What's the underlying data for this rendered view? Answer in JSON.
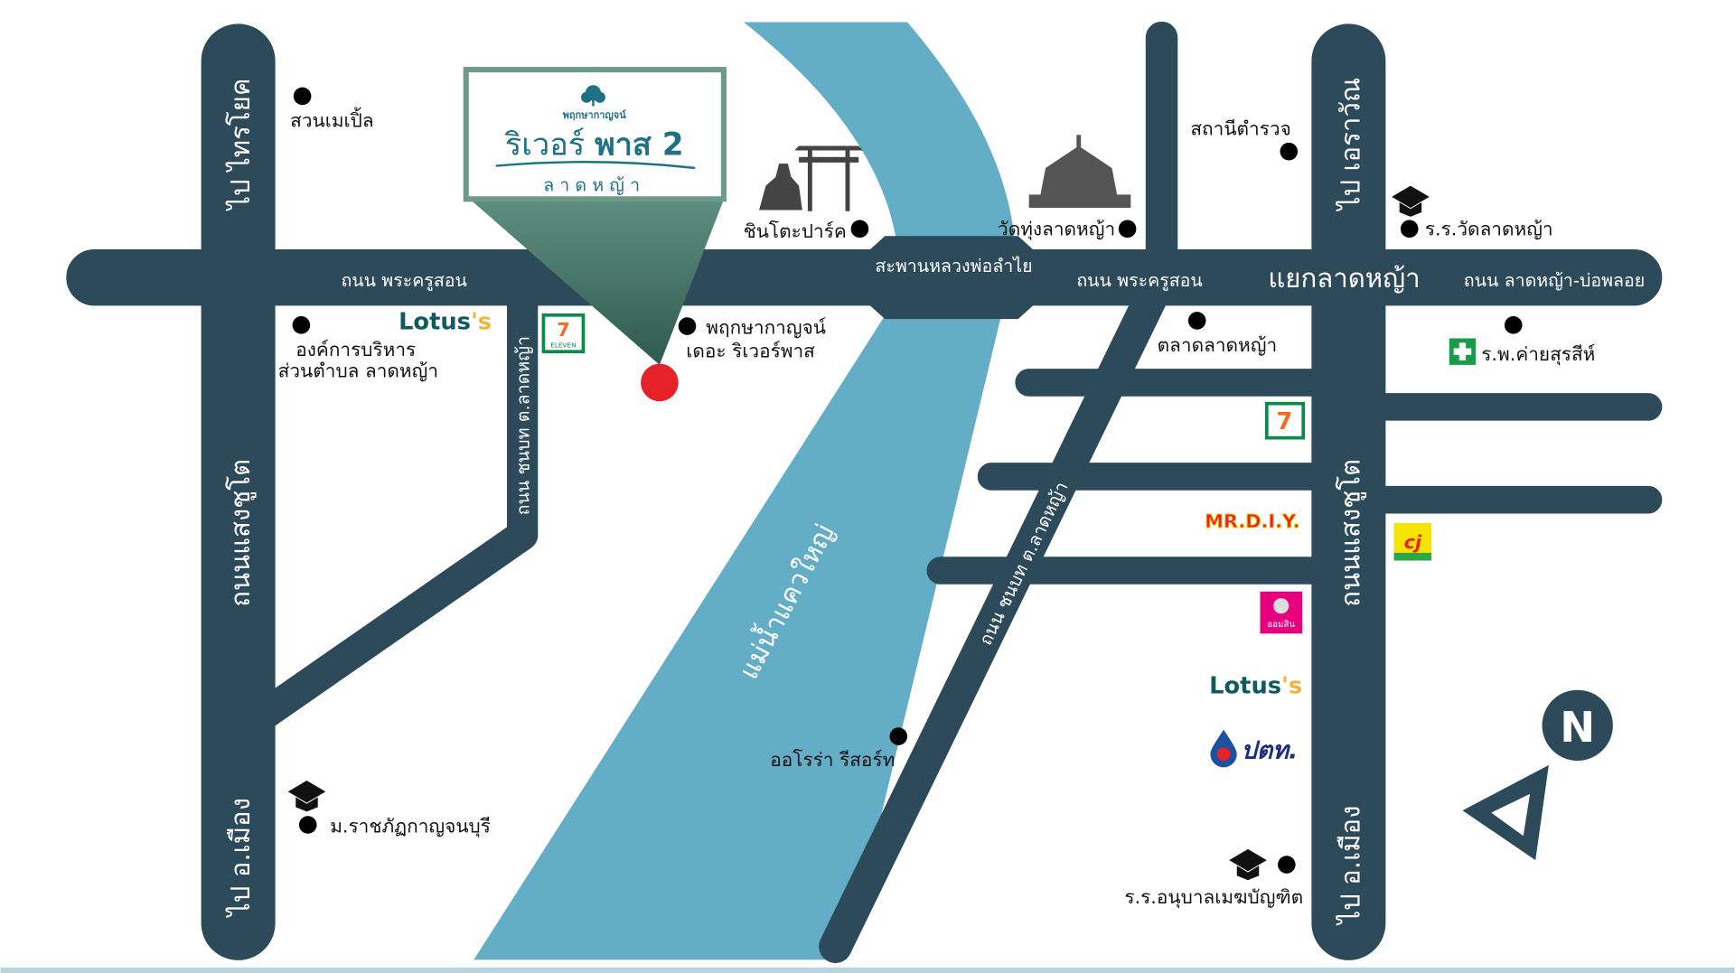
{
  "colors": {
    "road": "#2d4a5a",
    "river": "#64adc7",
    "pin": "#e52228",
    "pointer": "#3f6b5e",
    "brand_teal": "#1f7185",
    "lotus_teal": "#0e5a5f",
    "lotus_yellow": "#f0b43c"
  },
  "project": {
    "brand": "พฤกษากาญจน์",
    "name_part1": "ริเวอร์",
    "name_part2": "พาส 2",
    "location": "ลาดหญ้า"
  },
  "roads": {
    "left_north": "ไป ไทรโยค",
    "left_middle": "ถนนแสงชูโต",
    "left_south": "ไป อ.เมือง",
    "right_north": "ไป เอราวัณ",
    "right_middle": "ถนนแสงชูโต",
    "right_south": "ไป อ.เมือง",
    "main_west": "ถนน พระครูสอน",
    "bridge": "สะพานหลวงพ่อลำไย",
    "main_east": "ถนน พระครูสอน",
    "junction": "แยกลาดหญ้า",
    "far_east": "ถนน ลาดหญ้า-บ่อพลอย",
    "rural_road_left": "ถนน ชนบท ต.ลาดหญ้า",
    "rural_road_right": "ถนน ชนบท ต.ลาดหญ้า",
    "river": "แม่น้ำแควใหญ่"
  },
  "places": {
    "maple_park": "สวนเมเปิ้ล",
    "sao_line1": "องค์การบริหาร",
    "sao_line2": "ส่วนตำบล ลาดหญ้า",
    "shinto_park": "ชินโตะปาร์ค",
    "temple": "วัดทุ่งลาดหญ้า",
    "police": "สถานีตำรวจ",
    "school_wat": "ร.ร.วัดลาดหญ้า",
    "market": "ตลาดลาดหญ้า",
    "hospital": "ร.พ.ค่ายสุรสีห์",
    "river_pass_brand": "พฤกษากาญจน์",
    "river_pass_name": "เดอะ ริเวอร์พาส",
    "aurora": "ออโรร่า รีสอร์ท",
    "university": "ม.ราชภัฏกาญจนบุรี",
    "kindergarten": "ร.ร.อนุบาลเมฆบัญฑิต"
  },
  "logos": {
    "lotus_main": "Lotus",
    "lotus_suffix": "'s",
    "seven_eleven": "7",
    "seven_eleven_sub": "ELEVEN",
    "mrdiy": "MR.D.I.Y.",
    "gsb": "ออมสิน",
    "cj": "cj",
    "ptt": "ปตท."
  },
  "compass": {
    "label": "N"
  }
}
